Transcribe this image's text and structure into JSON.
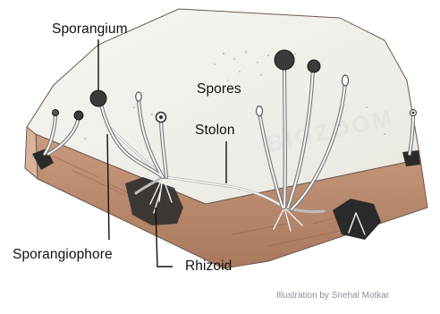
{
  "labels": {
    "sporangium": "Sporangium",
    "spores": "Spores",
    "stolon": "Stolon",
    "sporangiophore": "Sporangiophore",
    "rhizoid": "Rhizoid"
  },
  "credit": "Illustration by Snehal Motkar",
  "watermark": "BIOZOOM",
  "colors": {
    "bread_crumb": "#f1f0ec",
    "bread_crust": "#b88a6e",
    "fungus": "#2a2a2a",
    "hyphae": "#e8e8e8"
  }
}
